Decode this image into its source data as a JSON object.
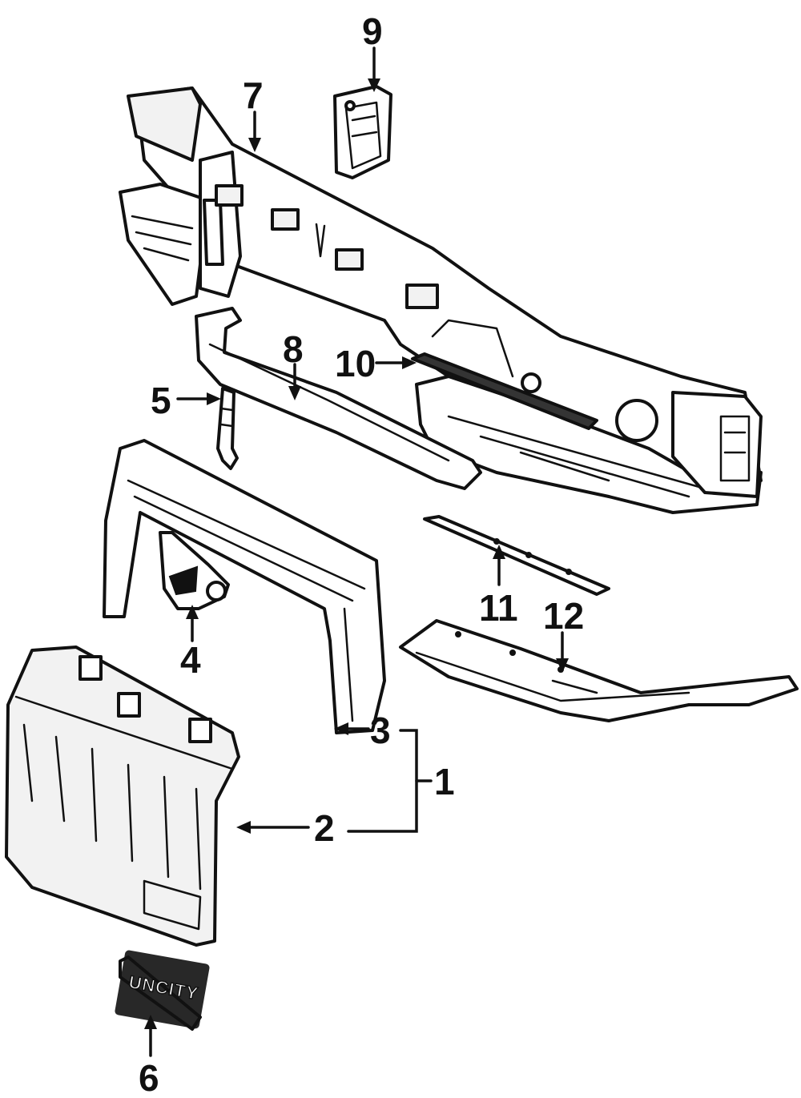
{
  "diagram": {
    "callouts": [
      {
        "id": "1",
        "label": "1"
      },
      {
        "id": "2",
        "label": "2"
      },
      {
        "id": "3",
        "label": "3"
      },
      {
        "id": "4",
        "label": "4"
      },
      {
        "id": "5",
        "label": "5"
      },
      {
        "id": "6",
        "label": "6"
      },
      {
        "id": "7",
        "label": "7"
      },
      {
        "id": "8",
        "label": "8"
      },
      {
        "id": "9",
        "label": "9"
      },
      {
        "id": "10",
        "label": "10"
      },
      {
        "id": "11",
        "label": "11"
      },
      {
        "id": "12",
        "label": "12"
      }
    ],
    "emblem_text": "UNCITY"
  }
}
